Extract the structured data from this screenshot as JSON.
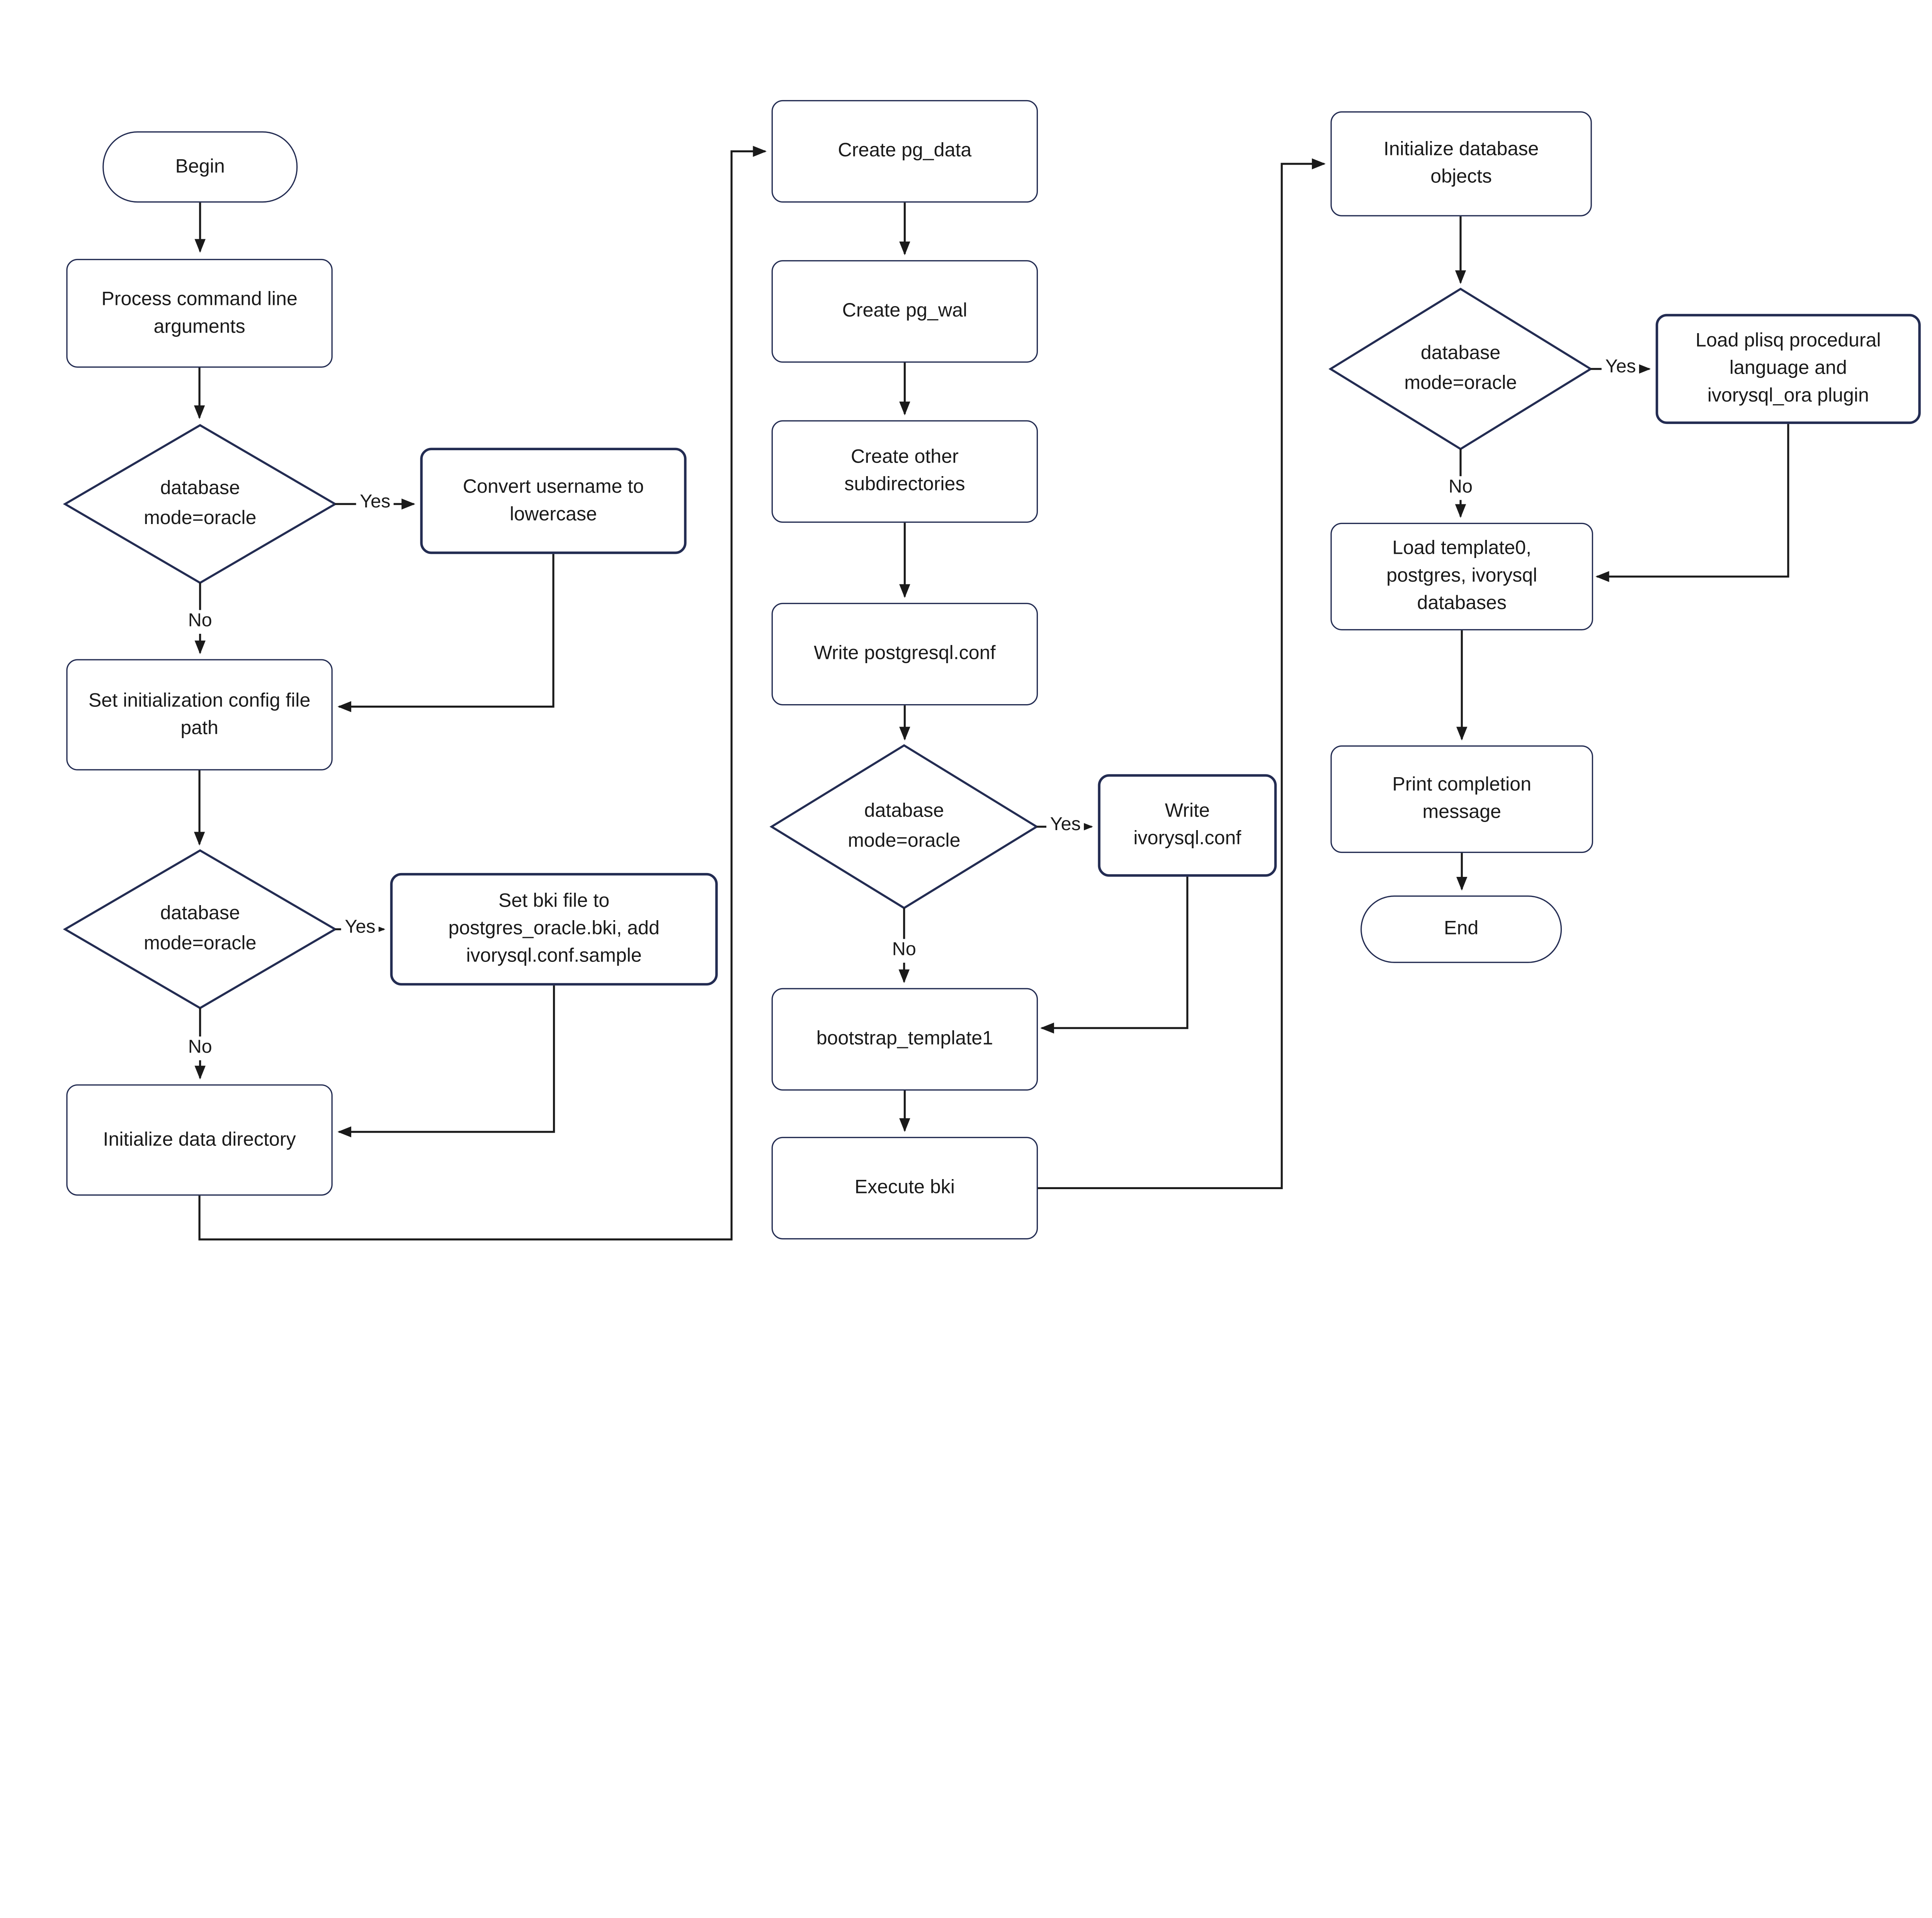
{
  "diagram": {
    "type": "flowchart",
    "colors": {
      "node_border": "#232c52",
      "node_fill": "#ffffff",
      "edge": "#1a1a1a",
      "text": "#1a1a1a",
      "background": "#ffffff"
    },
    "nodes": {
      "begin": {
        "label": "Begin",
        "type": "terminator"
      },
      "process_args": {
        "label": "Process command line arguments",
        "type": "process"
      },
      "d1": {
        "label": "database mode=oracle",
        "type": "decision"
      },
      "convert_username": {
        "label": "Convert username to lowercase",
        "type": "process"
      },
      "set_init_config": {
        "label": "Set initialization config file path",
        "type": "process"
      },
      "d2": {
        "label": "database mode=oracle",
        "type": "decision"
      },
      "set_bki": {
        "label": "Set bki file to postgres_oracle.bki, add ivorysql.conf.sample",
        "type": "process"
      },
      "init_data_dir": {
        "label": "Initialize data directory",
        "type": "process"
      },
      "create_pg_data": {
        "label": "Create pg_data",
        "type": "process"
      },
      "create_pg_wal": {
        "label": "Create pg_wal",
        "type": "process"
      },
      "create_other_subdirs": {
        "label": "Create other subdirectories",
        "type": "process"
      },
      "write_postgresql_conf": {
        "label": "Write postgresql.conf",
        "type": "process"
      },
      "d3": {
        "label": "database mode=oracle",
        "type": "decision"
      },
      "write_ivorysql_conf": {
        "label": "Write ivorysql.conf",
        "type": "process"
      },
      "bootstrap_template1": {
        "label": "bootstrap_template1",
        "type": "process"
      },
      "execute_bki": {
        "label": "Execute bki",
        "type": "process"
      },
      "init_db_objects": {
        "label": "Initialize database objects",
        "type": "process"
      },
      "d4": {
        "label": "database mode=oracle",
        "type": "decision"
      },
      "load_plugin": {
        "label": "Load plisq procedural language and ivorysql_ora plugin",
        "type": "process"
      },
      "load_template0": {
        "label": "Load template0, postgres, ivorysql databases",
        "type": "process"
      },
      "print_completion": {
        "label": "Print completion message",
        "type": "process"
      },
      "end": {
        "label": "End",
        "type": "terminator"
      }
    },
    "edge_labels": {
      "d1_yes": "Yes",
      "d1_no": "No",
      "d2_yes": "Yes",
      "d2_no": "No",
      "d3_yes": "Yes",
      "d3_no": "No",
      "d4_yes": "Yes",
      "d4_no": "No"
    }
  }
}
